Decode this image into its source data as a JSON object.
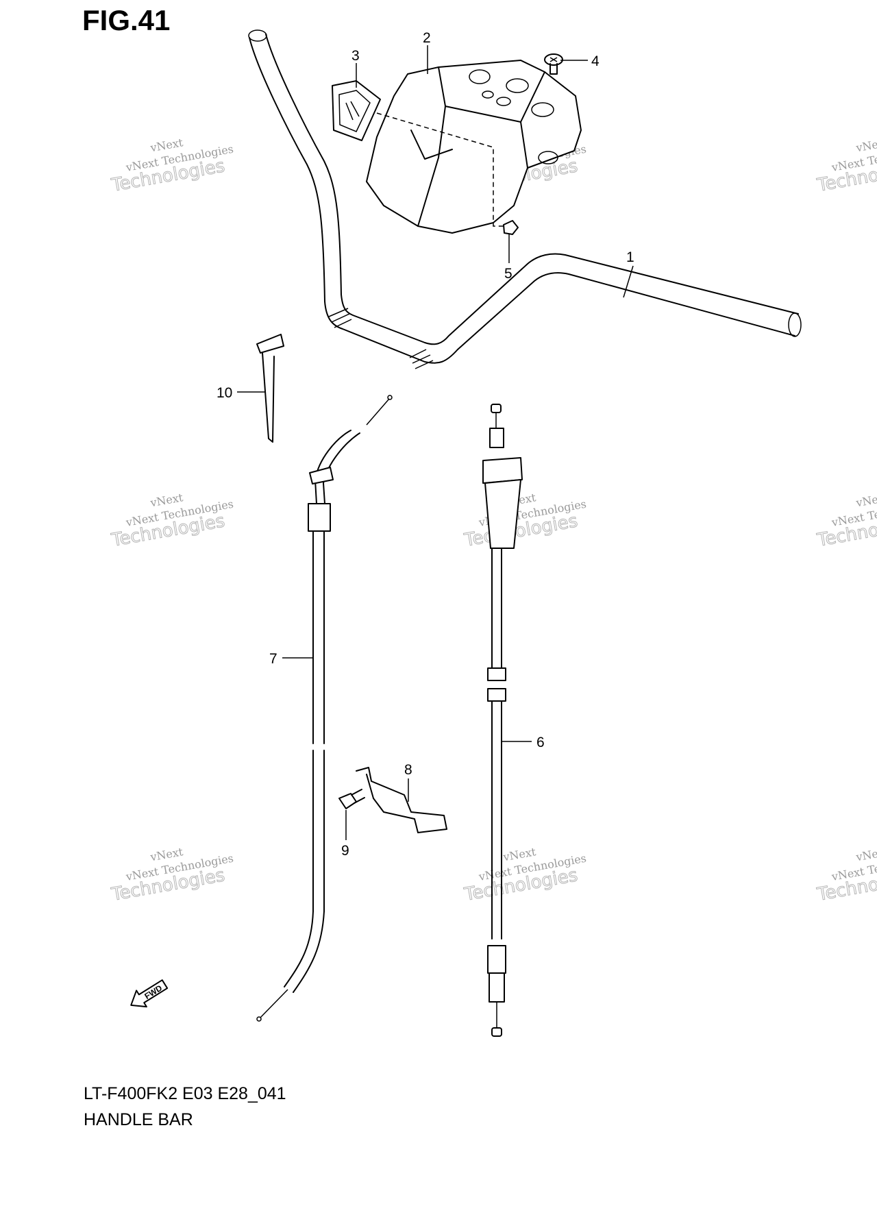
{
  "figure": {
    "title": "FIG.41",
    "model_code": "LT-F400FK2 E03 E28_041",
    "name": "HANDLE BAR"
  },
  "callouts": [
    "1",
    "2",
    "3",
    "4",
    "5",
    "6",
    "7",
    "8",
    "9",
    "10"
  ],
  "watermark": {
    "line1": "vNext Technologies",
    "line2": "vNext",
    "line3": "Technologies"
  },
  "fwd_label": "FWD"
}
